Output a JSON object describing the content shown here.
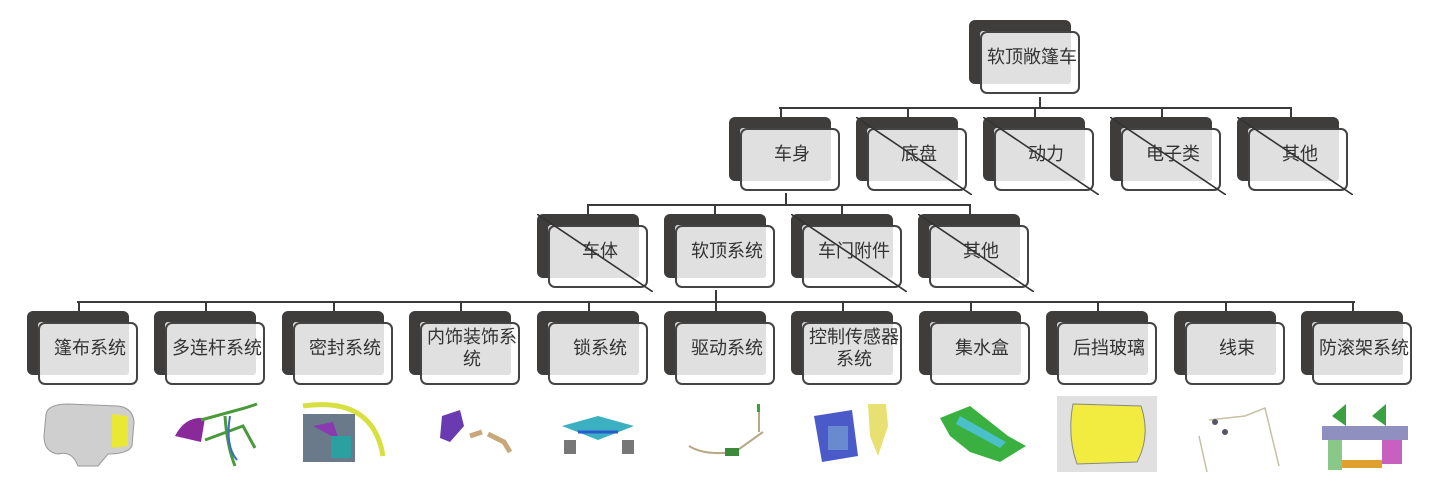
{
  "root": {
    "label": "软顶敞篷车",
    "crossed": false
  },
  "level2": [
    {
      "label": "车身",
      "crossed": false
    },
    {
      "label": "底盘",
      "crossed": true
    },
    {
      "label": "动力",
      "crossed": true
    },
    {
      "label": "电子类",
      "crossed": true
    },
    {
      "label": "其他",
      "crossed": true
    }
  ],
  "level3": [
    {
      "label": "车体",
      "crossed": true
    },
    {
      "label": "软顶系统",
      "crossed": false
    },
    {
      "label": "车门附件",
      "crossed": true
    },
    {
      "label": "其他",
      "crossed": true
    }
  ],
  "level4": [
    {
      "label": "篷布系统",
      "icon": "soft-top-fabric-image"
    },
    {
      "label": "多连杆系统",
      "icon": "multi-link-image"
    },
    {
      "label": "密封系统",
      "icon": "seal-image"
    },
    {
      "label": "内饰装饰系统",
      "icon": "interior-trim-image"
    },
    {
      "label": "锁系统",
      "icon": "lock-system-image"
    },
    {
      "label": "驱动系统",
      "icon": "drive-system-image"
    },
    {
      "label": "控制传感器系统",
      "icon": "sensor-image"
    },
    {
      "label": "集水盒",
      "icon": "water-box-image"
    },
    {
      "label": "后挡玻璃",
      "icon": "rear-window-image"
    },
    {
      "label": "线束",
      "icon": "wiring-harness-image"
    },
    {
      "label": "防滚架系统",
      "icon": "roll-bar-image"
    }
  ],
  "colors": {
    "dark": "#3f3d3c",
    "fill": "#e1e0e0",
    "line": "#3a3a3a"
  }
}
